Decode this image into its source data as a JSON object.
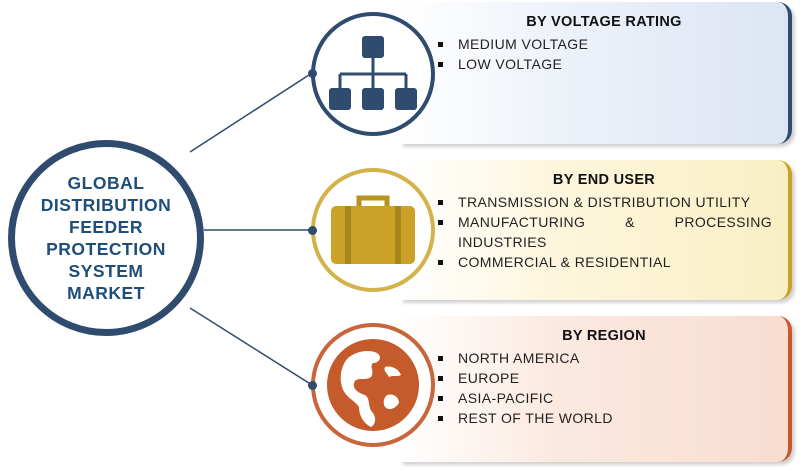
{
  "hub": {
    "title_lines": [
      "GLOBAL",
      "DISTRIBUTION",
      "FEEDER",
      "PROTECTION",
      "SYSTEM",
      "MARKET"
    ]
  },
  "segments": [
    {
      "heading": "BY VOLTAGE RATING",
      "icon": "hierarchy-icon",
      "color": "#2f4b6e",
      "items": [
        "MEDIUM VOLTAGE",
        "LOW VOLTAGE"
      ]
    },
    {
      "heading": "BY END USER",
      "icon": "briefcase-icon",
      "color": "#c9a227",
      "items": [
        "TRANSMISSION & DISTRIBUTION UTILITY",
        "MANUFACTURING & PROCESSING INDUSTRIES",
        "COMMERCIAL & RESIDENTIAL"
      ]
    },
    {
      "heading": "BY REGION",
      "icon": "globe-icon",
      "color": "#c55a2a",
      "items": [
        "NORTH AMERICA",
        "EUROPE",
        "ASIA-PACIFIC",
        "REST OF THE WORLD"
      ]
    }
  ]
}
